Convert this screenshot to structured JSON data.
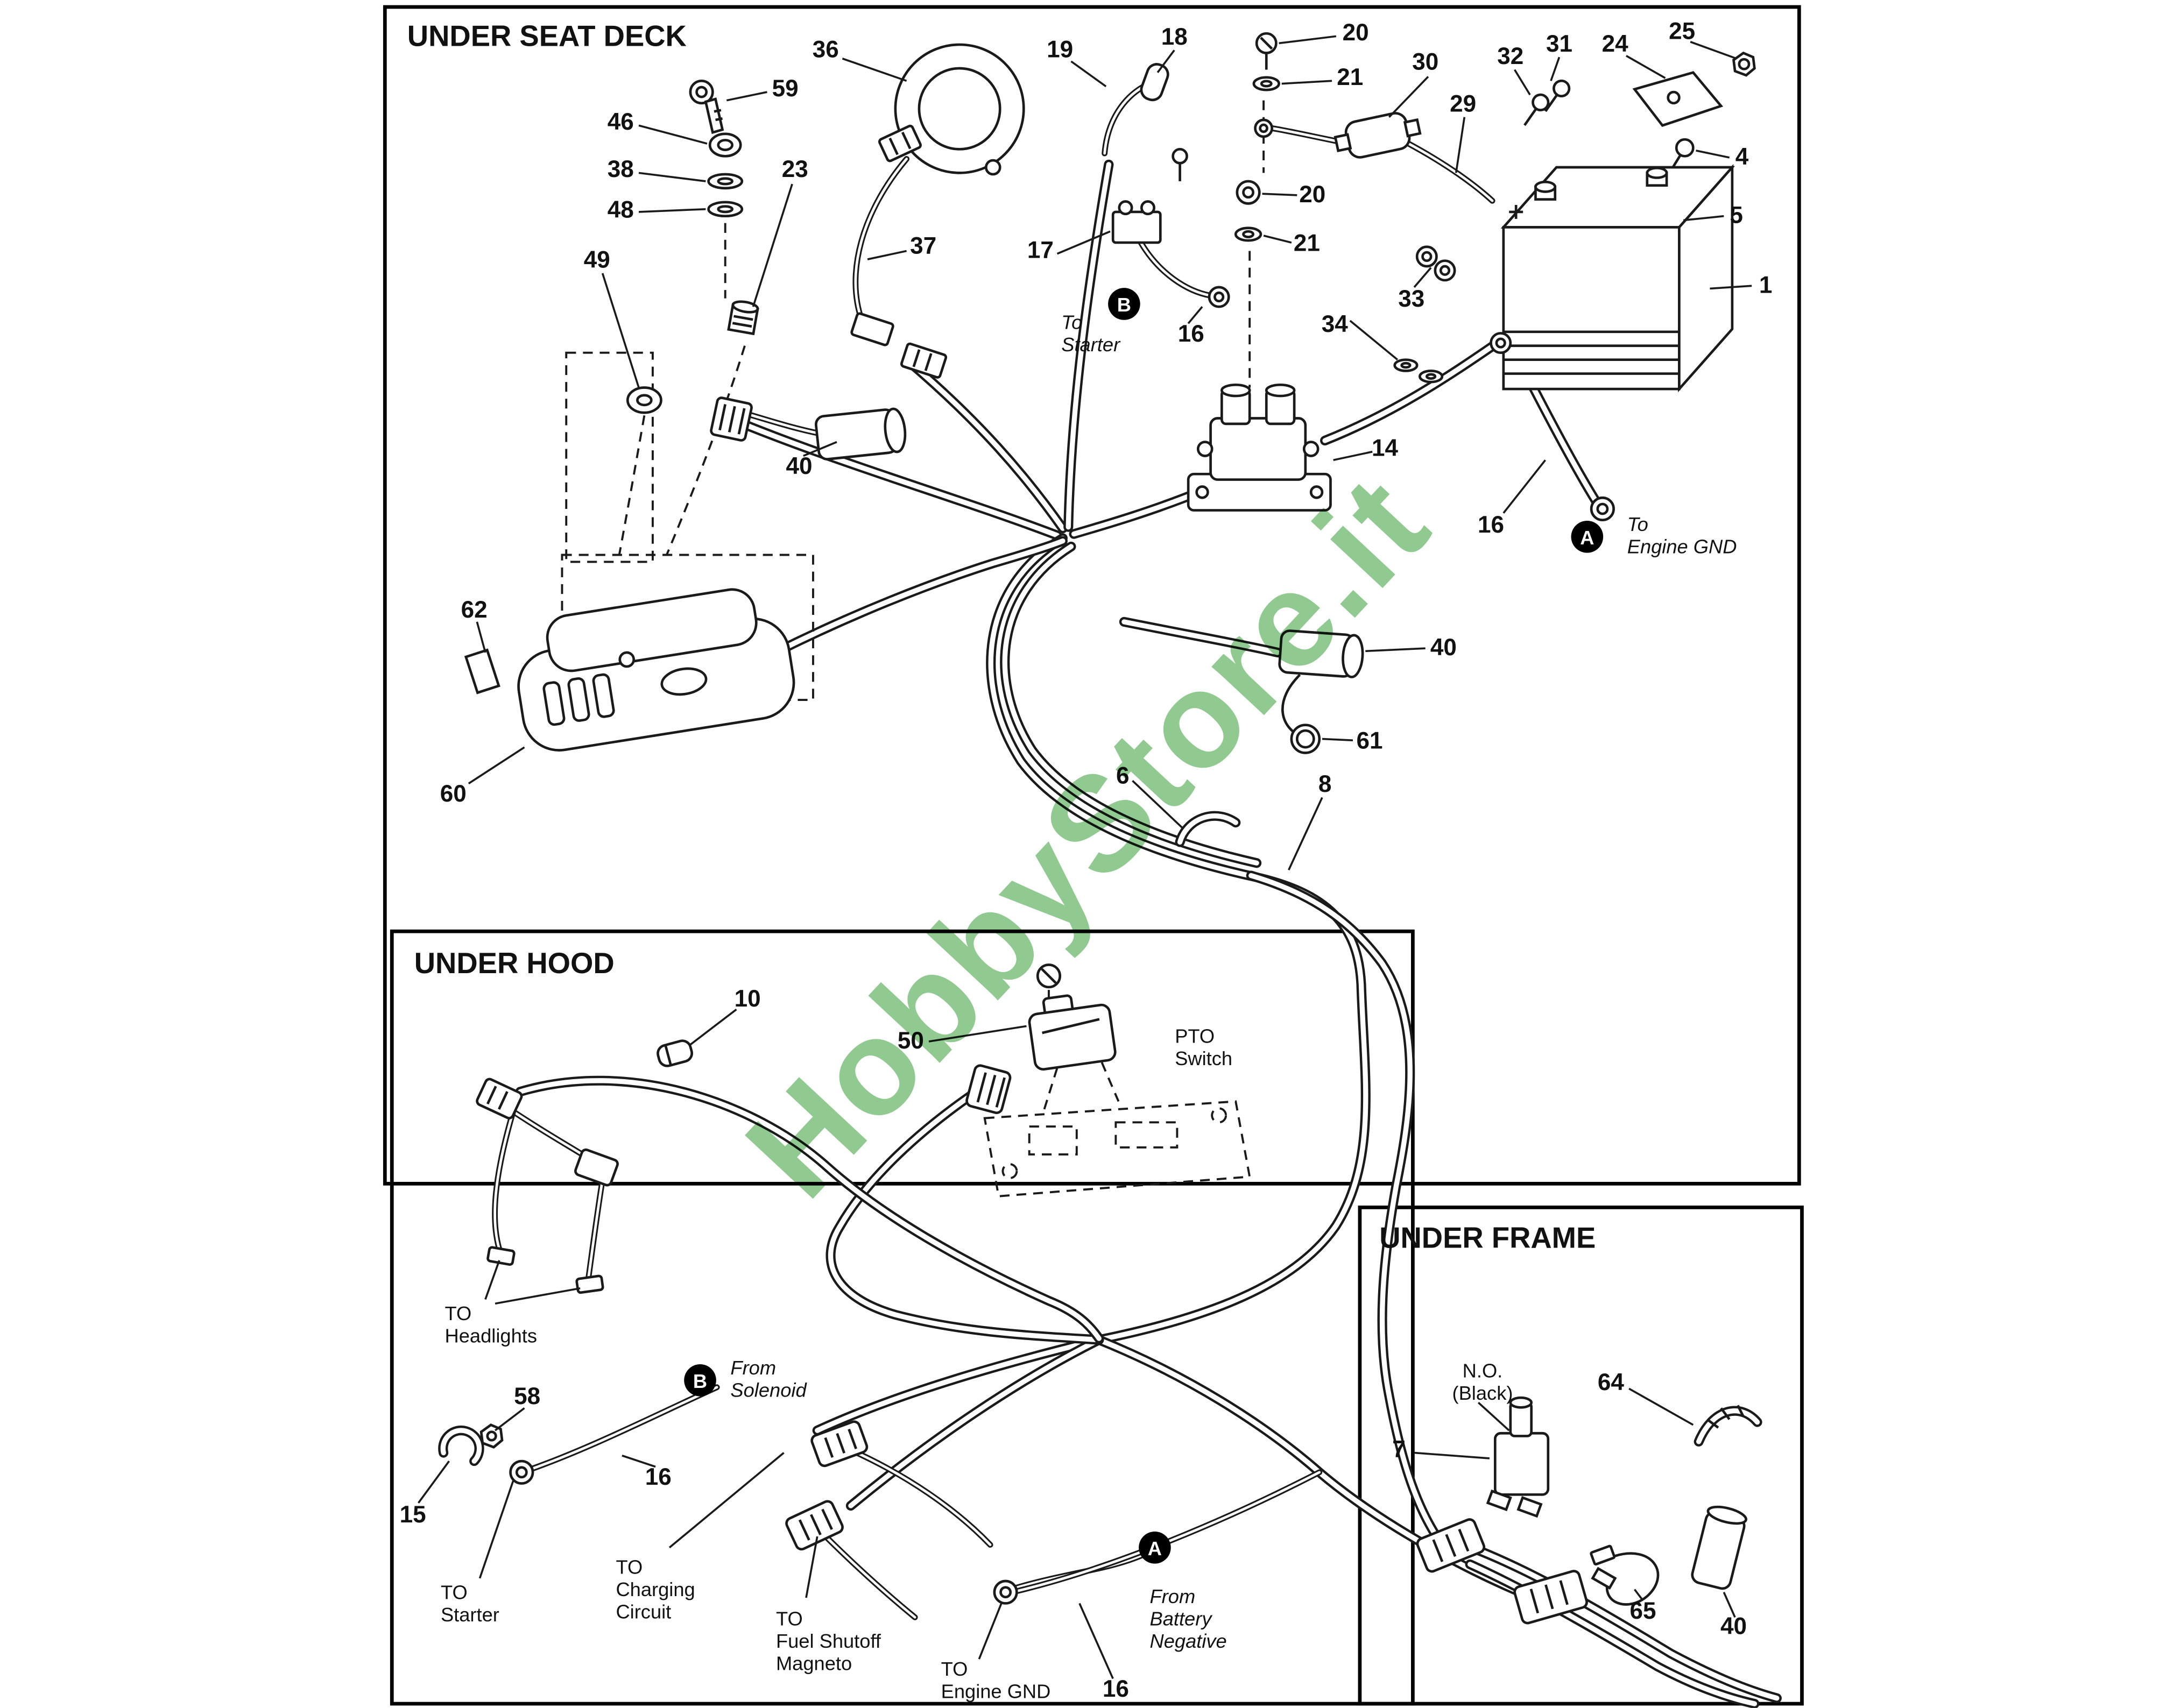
{
  "watermark": {
    "text": "HobbyStore.it",
    "color": "#74bd74"
  },
  "sections": {
    "seat_deck": {
      "title": "UNDER SEAT DECK"
    },
    "hood": {
      "title": "UNDER HOOD"
    },
    "frame": {
      "title": "UNDER FRAME"
    }
  },
  "badges": {
    "to_starter": "B",
    "to_engine_gnd": "A",
    "from_solenoid": "B",
    "from_battery_negative": "A"
  },
  "parts": {
    "p36": "36",
    "p59": "59",
    "p46": "46",
    "p38": "38",
    "p48": "48",
    "p23": "23",
    "p49": "49",
    "p19": "19",
    "p18": "18",
    "p20a": "20",
    "p21a": "21",
    "p30": "30",
    "p29": "29",
    "p32": "32",
    "p31": "31",
    "p24": "24",
    "p25": "25",
    "p4": "4",
    "p5": "5",
    "p1": "1",
    "p37": "37",
    "p17": "17",
    "p16a": "16",
    "p20b": "20",
    "p21b": "21",
    "p33": "33",
    "p34": "34",
    "p14": "14",
    "p40a": "40",
    "p16b": "16",
    "p62": "62",
    "p60": "60",
    "p40b": "40",
    "p61": "61",
    "p6": "6",
    "p8": "8",
    "p10": "10",
    "p50": "50",
    "p58": "58",
    "p15": "15",
    "p16c": "16",
    "p16d": "16",
    "p7": "7",
    "p64": "64",
    "p65": "65",
    "p40d": "40"
  },
  "annotations": {
    "to_starter": "To\nStarter",
    "to_engine_gnd": "To\nEngine GND",
    "pto_switch": "PTO\nSwitch",
    "to_headlights": "TO\nHeadlights",
    "from_solenoid": "From\nSolenoid",
    "to_starter2": "TO\nStarter",
    "to_charging": "TO\nCharging\nCircuit",
    "to_fuel_shutoff": "TO\nFuel Shutoff\nMagneto",
    "to_engine_gnd2": "TO\nEngine GND",
    "from_battery_negative": "From\nBattery\nNegative",
    "no_black": "N.O.\n(Black)"
  }
}
